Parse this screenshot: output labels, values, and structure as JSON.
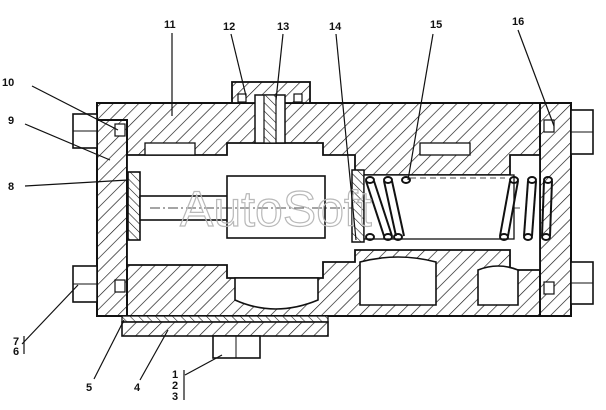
{
  "watermark": "AutoSoft",
  "labels": {
    "l1": "1",
    "l2": "2",
    "l3": "3",
    "l4": "4",
    "l5": "5",
    "l6": "6",
    "l7": "7",
    "l8": "8",
    "l9": "9",
    "l10": "10",
    "l11": "11",
    "l12": "12",
    "l13": "13",
    "l14": "14",
    "l15": "15",
    "l16": "16"
  }
}
